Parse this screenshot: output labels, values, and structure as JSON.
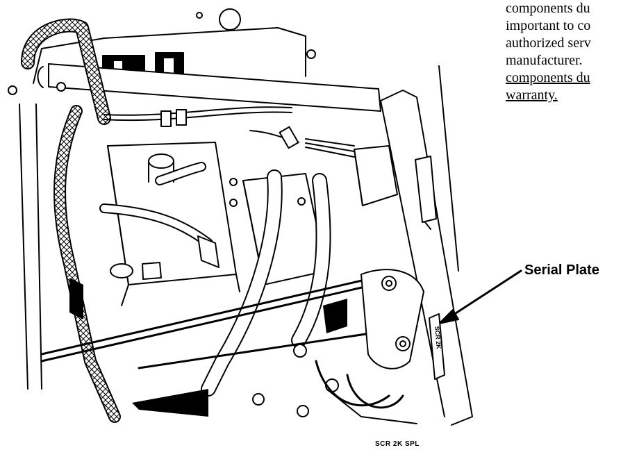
{
  "document": {
    "paragraph_lines": [
      "components du",
      "important to co",
      "authorized serv",
      "manufacturer.",
      "components du",
      "warranty."
    ],
    "callout_label": "Serial Plate",
    "figure_code": "SCR 2K SPL",
    "serial_plate_marking": "SCR 2K"
  }
}
